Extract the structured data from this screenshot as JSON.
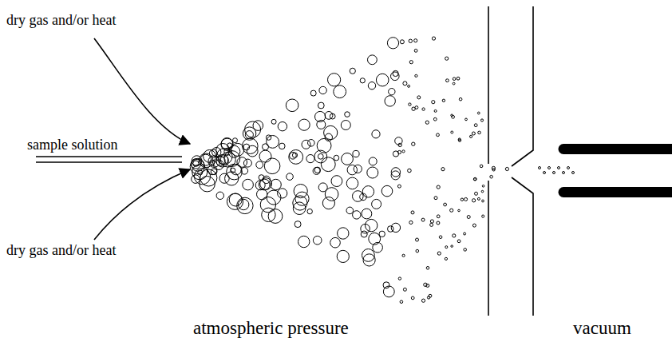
{
  "diagram": {
    "labels": [
      "dry gas and/or heat",
      "sample solution",
      "dry gas and/or heat",
      "atmospheric pressure",
      "vacuum"
    ]
  }
}
